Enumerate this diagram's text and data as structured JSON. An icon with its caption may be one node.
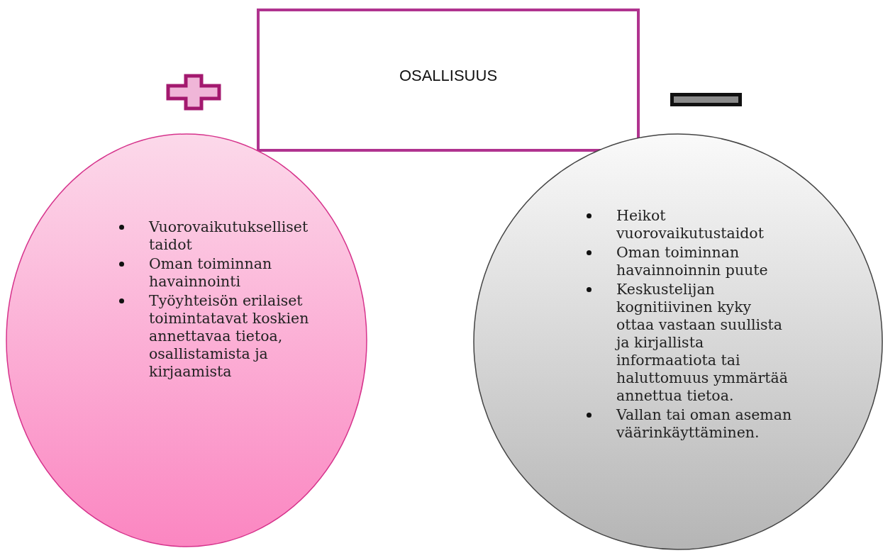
{
  "diagram": {
    "nodes": [
      {
        "text": [
          "OSALLISUUS"
        ]
      },
      {
        "text": [
          "Vuorovaikutukselliset taidot",
          "Oman toiminnan havainnointi",
          "Työyhteisön erilaiset toimintatavat koskien annettavaa tietoa, osallistamista ja kirjaamista"
        ]
      },
      {
        "text": [
          "Heikot vuorovaikutustaidot",
          "Oman toiminnan havainnoinnin puute",
          "Keskustelijan kognitiivinen kyky ottaa vastaan suullista ja kirjallista informaatiota tai haluttomuus ymmärtää annettua tietoa.",
          "Vallan tai oman aseman väärinkäyttäminen."
        ]
      }
    ]
  }
}
